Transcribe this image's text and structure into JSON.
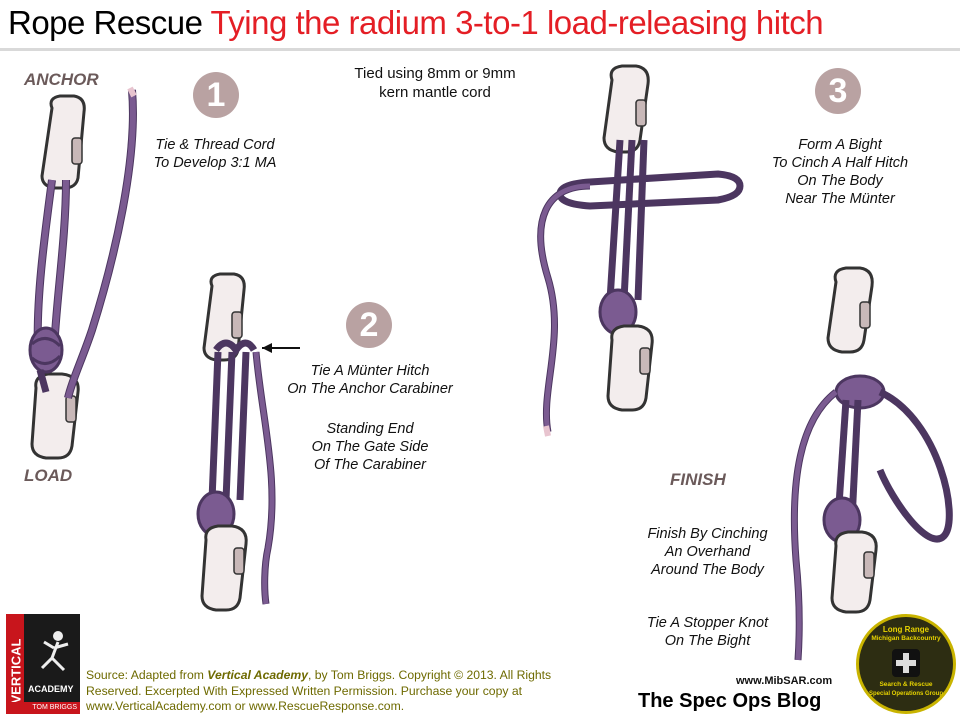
{
  "header": {
    "brand": "Rope Rescue",
    "title": "Tying the radium 3-to-1 load-releasing hitch"
  },
  "cord_note": {
    "line1": "Tied using 8mm or 9mm",
    "line2": "kern mantle cord"
  },
  "labels": {
    "anchor": "ANCHOR",
    "load": "LOAD",
    "finish": "FINISH"
  },
  "steps": [
    {
      "number": "1",
      "lines": [
        "Tie & Thread Cord",
        "To Develop 3:1 MA"
      ]
    },
    {
      "number": "2",
      "lines": [
        "Tie A Münter Hitch",
        "On The Anchor Carabiner"
      ],
      "extra_lines": [
        "Standing End",
        "On The Gate Side",
        "Of The Carabiner"
      ]
    },
    {
      "number": "3",
      "lines": [
        "Form A Bight",
        "To Cinch A Half Hitch",
        "On The Body",
        "Near The Münter"
      ]
    }
  ],
  "finish": {
    "lines": [
      "Finish By Cinching",
      "An Overhand",
      "Around The Body"
    ],
    "stopper_lines": [
      "Tie A Stopper Knot",
      "On The Bight"
    ]
  },
  "source": {
    "prefix": "Source: Adapted from ",
    "book": "Vertical Academy",
    "rest": ", by Tom Briggs. Copyright © 2013. All Rights Reserved. Excerpted With Expressed Written Permission. Purchase your copy at www.VerticalAcademy.com or www.RescueResponse.com."
  },
  "logo": {
    "word1": "VERTICAL",
    "word2": "ACADEMY",
    "author": "TOM BRIGGS"
  },
  "blog": {
    "url": "www.MibSAR.com",
    "name": "The Spec Ops Blog"
  },
  "badge": {
    "top": "Long Range",
    "mid": "Michigan Backcountry",
    "bottom1": "Search & Rescue",
    "bottom2": "Special Operations Group"
  },
  "colors": {
    "rope": "#7b5b91",
    "rope_dark": "#4c3660",
    "title_red": "#e41e25",
    "source_olive": "#6e6a00",
    "step_circle": "#b9a2a2"
  }
}
